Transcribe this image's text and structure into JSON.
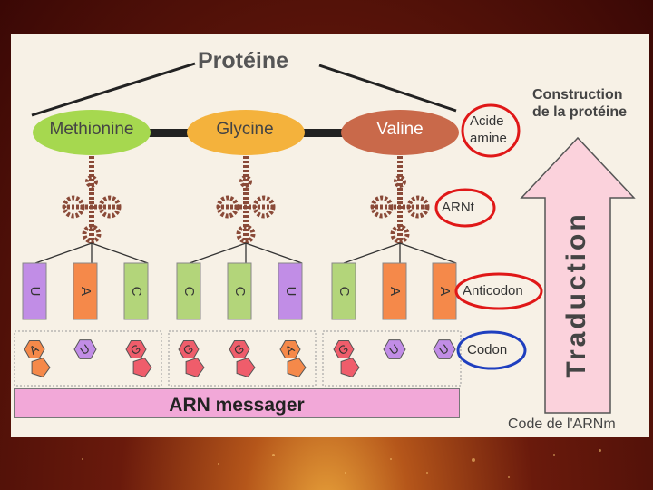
{
  "title": "Protéine",
  "construction": {
    "line1": "Construction",
    "line2": "de la protéine"
  },
  "amino_acids": [
    {
      "name": "Methionine",
      "color": "#a6d84f"
    },
    {
      "name": "Glycine",
      "color": "#f4b23c"
    },
    {
      "name": "Valine",
      "color": "#c9694a"
    }
  ],
  "labels": {
    "acide_line1": "Acide",
    "acide_line2": "amine",
    "arnt": "ARNt",
    "anticodon": "Anticodon",
    "codon": "Codon"
  },
  "arrow_label": "Traduction",
  "anticodons": [
    "U",
    "A",
    "C",
    "C",
    "C",
    "U",
    "C",
    "A",
    "A"
  ],
  "codons": [
    "A",
    "U",
    "G",
    "G",
    "G",
    "A",
    "G",
    "U",
    "U"
  ],
  "base_colors": {
    "U": "#c18de6",
    "A": "#f5894a",
    "C": "#b3d57a",
    "G": "#ef5d6b"
  },
  "mrna_label": "ARN messager",
  "code_label": "Code de l'ARNm",
  "highlight_colors": {
    "red": "#e01818",
    "blue": "#1f3fbf"
  }
}
